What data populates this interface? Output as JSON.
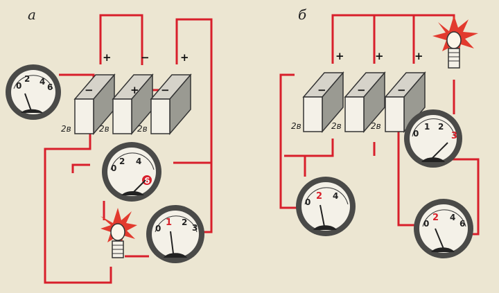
{
  "panels": [
    {
      "id": "a",
      "label": "а",
      "battery_labels": [
        "2в",
        "2в",
        "2в"
      ],
      "terminals": [
        "+",
        "−",
        "+",
        "−",
        "+",
        "−"
      ],
      "meters": [
        {
          "name": "left",
          "scale": [
            "0",
            "2",
            "4",
            "6"
          ],
          "highlight": ""
        },
        {
          "name": "middle",
          "scale": [
            "0",
            "2",
            "4"
          ],
          "highlight": "6"
        },
        {
          "name": "lamp-meter",
          "scale": [
            "0",
            "2",
            "3"
          ],
          "highlight": "1"
        }
      ]
    },
    {
      "id": "b",
      "label": "б",
      "battery_labels": [
        "2в",
        "2в",
        "2в"
      ],
      "terminals": [
        "+",
        "+",
        "+",
        "−",
        "−",
        "−"
      ],
      "meters": [
        {
          "name": "top-right",
          "scale": [
            "0",
            "1",
            "2"
          ],
          "highlight": "3"
        },
        {
          "name": "bottom-left",
          "scale": [
            "0",
            "4"
          ],
          "highlight": "2"
        },
        {
          "name": "bottom-right",
          "scale": [
            "0",
            "4",
            "6"
          ],
          "highlight": "2"
        }
      ]
    }
  ],
  "colors": {
    "wire": "#d81f2b",
    "battery_face": "#f4f1e8",
    "battery_side": "#9a9a92",
    "meter_rim": "#4a4a48",
    "lamp_glow": "#e23a2e",
    "background": "#ece6d2"
  }
}
